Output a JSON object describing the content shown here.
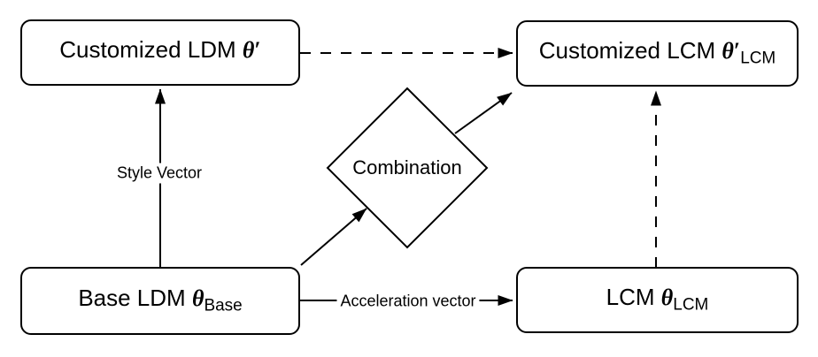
{
  "figure": {
    "type": "flow-diagram",
    "background": "#ffffff",
    "line_color": "#000000",
    "nodes": {
      "customized_ldm": {
        "label": "Customized LDM",
        "symbol": "θ",
        "prime": "′",
        "subscript": ""
      },
      "customized_lcm": {
        "label": "Customized LCM",
        "symbol": "θ",
        "prime": "′",
        "subscript": "LCM"
      },
      "base_ldm": {
        "label": "Base LDM",
        "symbol": "θ",
        "prime": "",
        "subscript": "Base"
      },
      "lcm": {
        "label": "LCM",
        "symbol": "θ",
        "prime": "",
        "subscript": "LCM"
      },
      "combination": {
        "label": "Combination"
      }
    },
    "edges": [
      {
        "from": "base_ldm",
        "to": "customized_ldm",
        "style": "solid",
        "label": "Style Vector"
      },
      {
        "from": "customized_ldm",
        "to": "customized_lcm",
        "style": "dashed",
        "label": ""
      },
      {
        "from": "base_ldm",
        "to": "combination",
        "style": "solid",
        "label": ""
      },
      {
        "from": "combination",
        "to": "customized_lcm",
        "style": "solid",
        "label": ""
      },
      {
        "from": "base_ldm",
        "to": "lcm",
        "style": "solid",
        "label": "Acceleration vector"
      },
      {
        "from": "lcm",
        "to": "customized_lcm",
        "style": "dashed",
        "label": ""
      }
    ]
  }
}
